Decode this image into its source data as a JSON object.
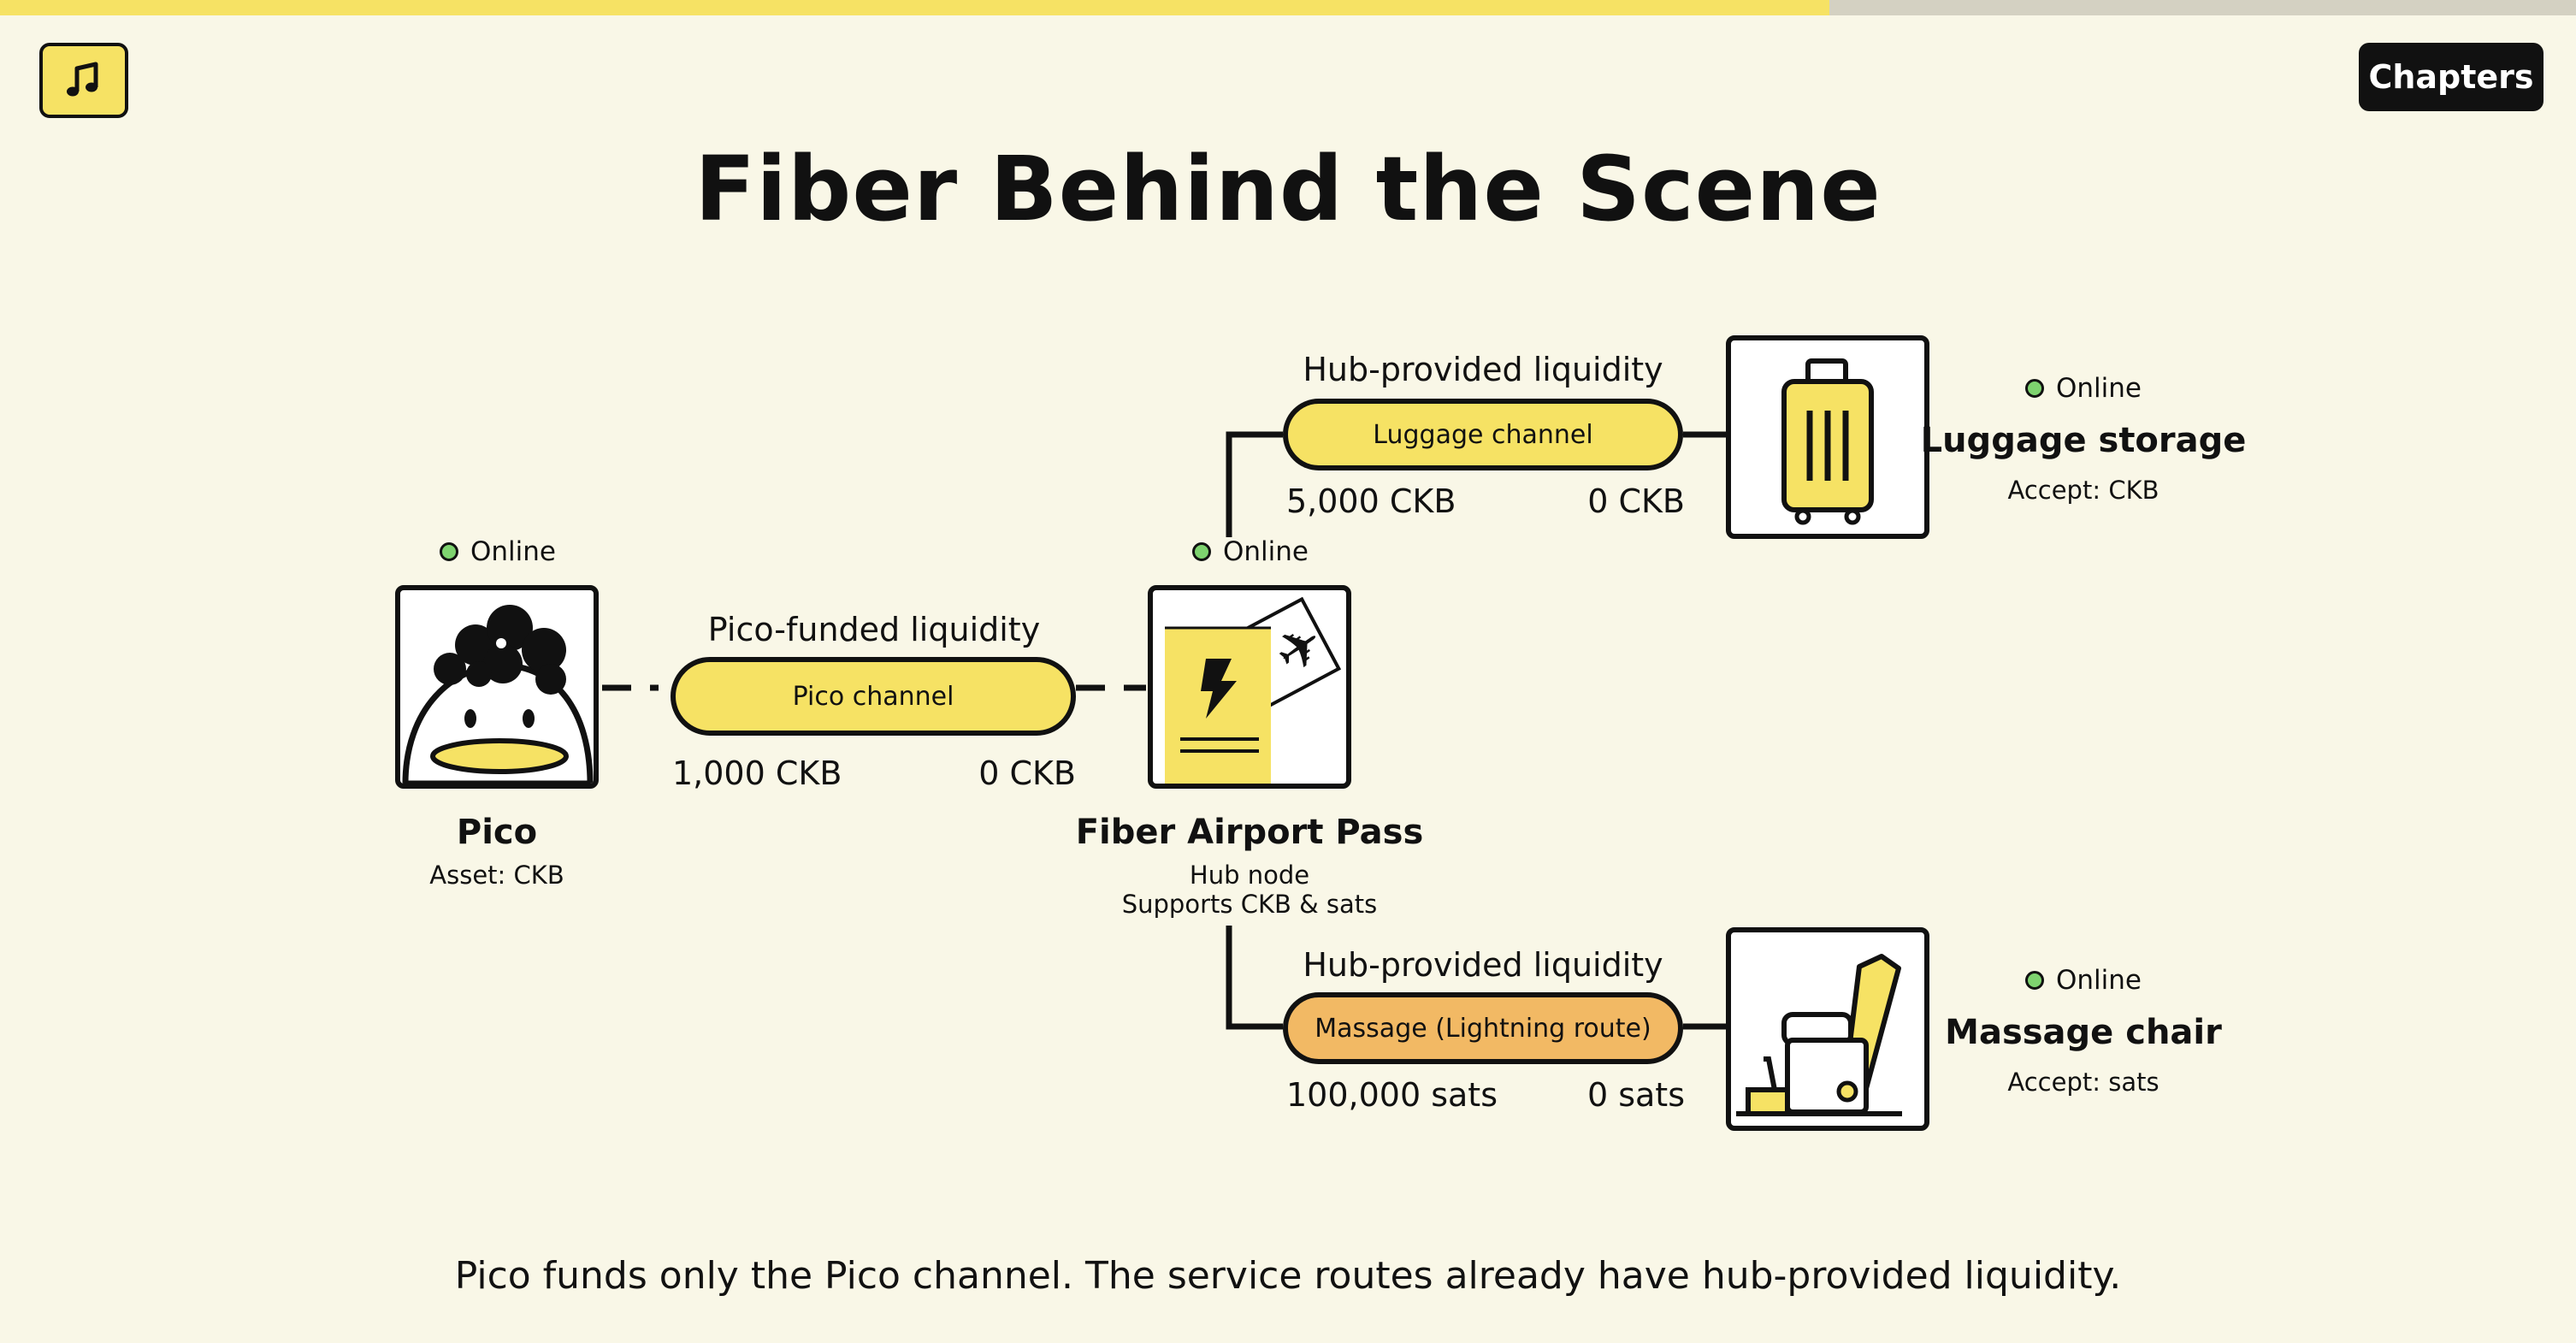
{
  "progress": {
    "fraction": 0.71
  },
  "controls": {
    "music_icon": "music-note-icon",
    "chapters_label": "Chapters"
  },
  "title": "Fiber Behind the Scene",
  "colors": {
    "background": "#f9f7e7",
    "accent_yellow": "#f6e264",
    "accent_orange": "#f2b964",
    "online_green": "#7ed36f"
  },
  "nodes": {
    "pico": {
      "status": "Online",
      "name": "Pico",
      "detail": "Asset: CKB"
    },
    "hub": {
      "status": "Online",
      "name": "Fiber Airport Pass",
      "detail1": "Hub node",
      "detail2": "Supports CKB & sats"
    },
    "luggage": {
      "status": "Online",
      "name": "Luggage storage",
      "detail": "Accept: CKB"
    },
    "massage": {
      "status": "Online",
      "name": "Massage chair",
      "detail": "Accept: sats"
    }
  },
  "channels": {
    "pico": {
      "heading": "Pico-funded liquidity",
      "label": "Pico channel",
      "left_amount": "1,000 CKB",
      "right_amount": "0 CKB"
    },
    "luggage": {
      "heading": "Hub-provided liquidity",
      "label": "Luggage channel",
      "left_amount": "5,000 CKB",
      "right_amount": "0 CKB"
    },
    "massage": {
      "heading": "Hub-provided liquidity",
      "label": "Massage (Lightning route)",
      "left_amount": "100,000 sats",
      "right_amount": "0 sats"
    }
  },
  "footer": "Pico funds only the Pico channel. The service routes already have hub-provided liquidity."
}
